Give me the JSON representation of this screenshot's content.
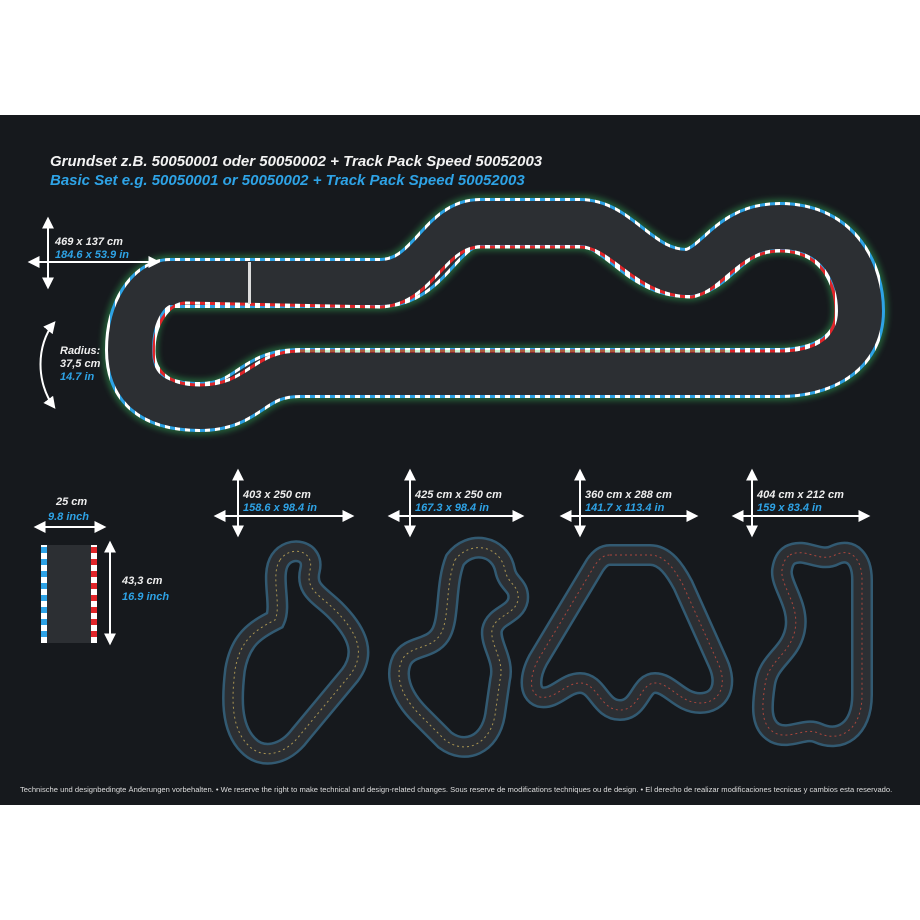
{
  "titles": {
    "de": "Grundset z.B. 50050001 oder 50050002 + Track Pack Speed 50052003",
    "en": "Basic Set e.g. 50050001 or 50050002 + Track Pack Speed 50052003"
  },
  "main_layout": {
    "size_cm": "469 x 137 cm",
    "size_in": "184.6 x 53.9 in",
    "radius_label": "Radius:",
    "radius_cm": "37,5 cm",
    "radius_in": "14.7 in"
  },
  "segment": {
    "width_cm": "25 cm",
    "width_inch": "9.8 inch",
    "length_cm": "43,3 cm",
    "length_inch": "16.9 inch"
  },
  "layouts": [
    {
      "size_cm": "403 x 250 cm",
      "size_in": "158.6 x 98.4 in"
    },
    {
      "size_cm": "425 cm x 250 cm",
      "size_in": "167.3 x 98.4 in"
    },
    {
      "size_cm": "360 cm x 288 cm",
      "size_in": "141.7 x 113.4 in"
    },
    {
      "size_cm": "404 cm x 212 cm",
      "size_in": "159 x 83.4 in"
    }
  ],
  "footer": "Technische und designbedingte Änderungen vorbehalten. • We reserve the right to make technical and design-related changes. Sous reserve de modifications techniques ou de design. • El derecho de realizar modificaciones tecnicas y cambios esta reservado.",
  "colors": {
    "background": "#16191d",
    "track": "#2c2f33",
    "curb_blue": "#2ea3e6",
    "curb_red": "#e0262a",
    "glow": "#3ddc6a"
  }
}
